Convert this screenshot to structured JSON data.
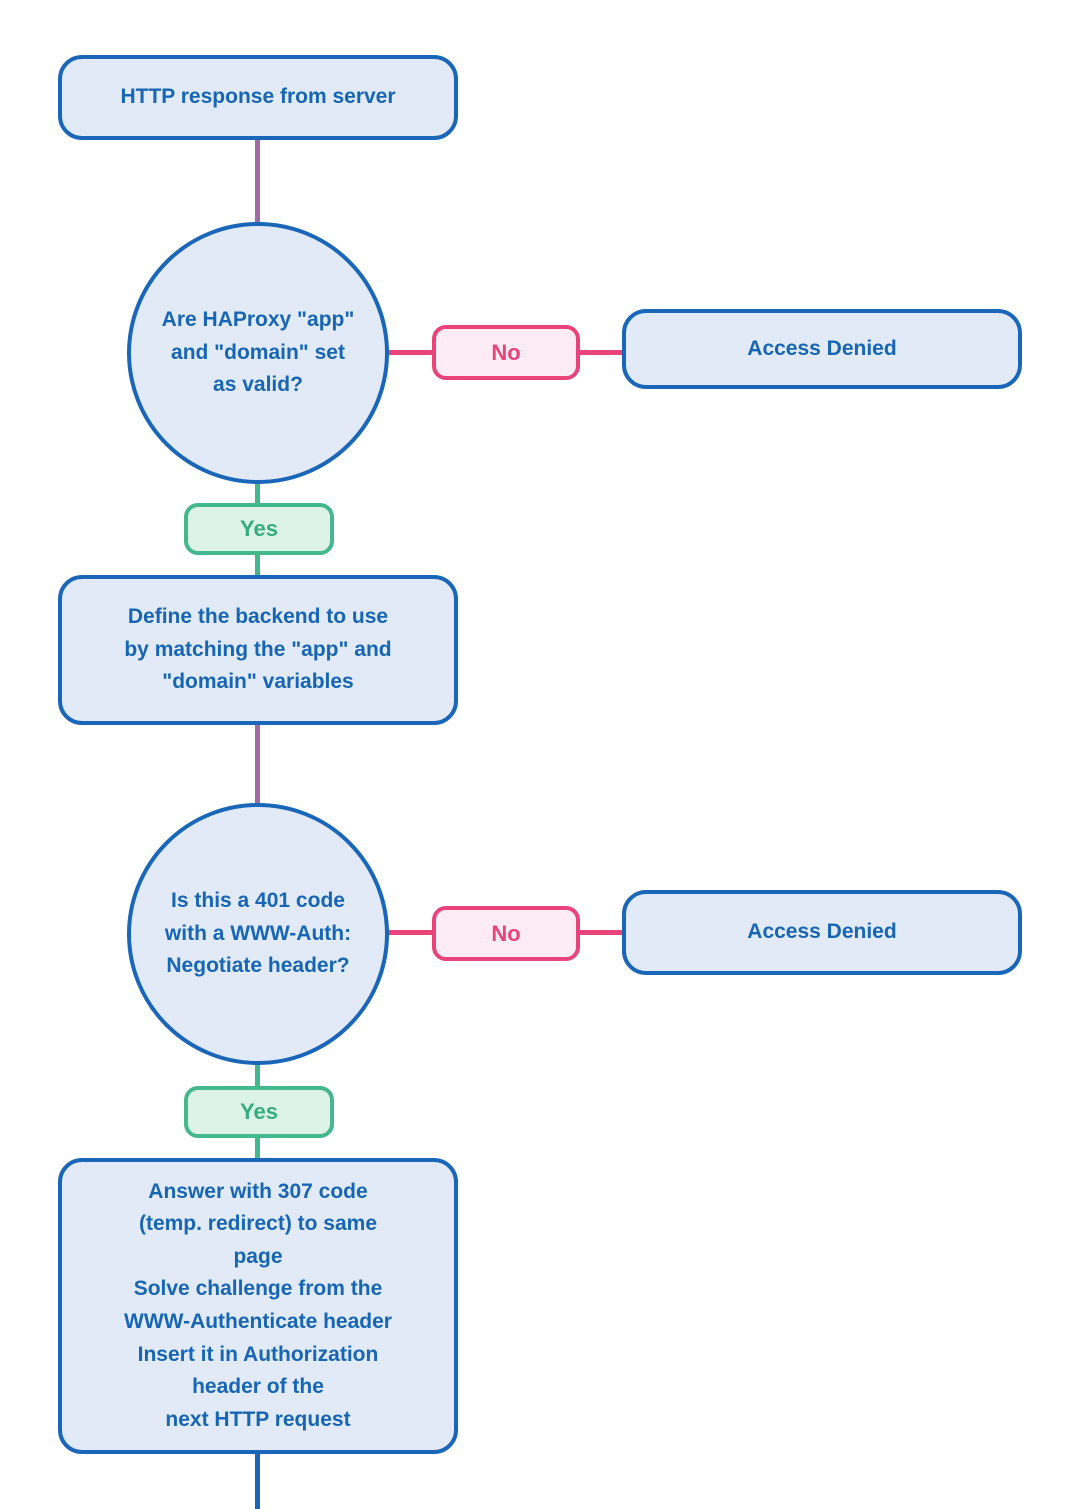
{
  "flowchart": {
    "start": "HTTP response from server",
    "decision1": "Are HAProxy \"app\"\nand \"domain\" set\nas valid?",
    "no1": "No",
    "denied1": "Access Denied",
    "yes1": "Yes",
    "process1": "Define the backend to use\nby matching the \"app\" and\n\"domain\" variables",
    "decision2": "Is this a 401 code\nwith a WWW-Auth:\nNegotiate header?",
    "no2": "No",
    "denied2": "Access Denied",
    "yes2": "Yes",
    "process2": "Answer with 307 code\n(temp. redirect) to same\npage\nSolve challenge from the\nWWW-Authenticate header\nInsert it in Authorization\nheader of the\nnext HTTP request"
  },
  "colors": {
    "node_fill": "#e2eaf8",
    "node_border": "#1a66b8",
    "text_blue": "#1766b3",
    "connector_purple": "#a06ba4",
    "connector_pink": "#e8447a",
    "pink_fill": "#fdecf3",
    "connector_green": "#43b88d",
    "green_fill": "#ddf2e8",
    "connector_blue": "#1a66b8"
  }
}
